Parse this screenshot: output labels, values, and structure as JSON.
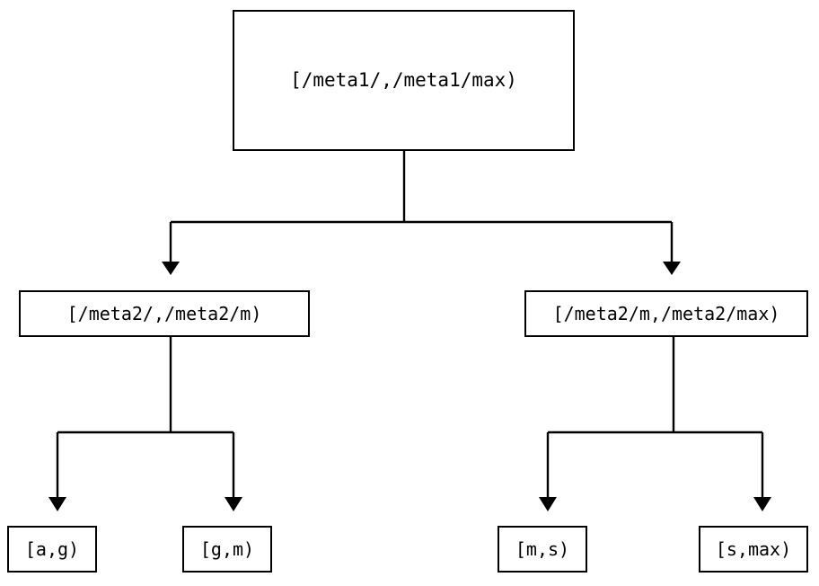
{
  "diagram": {
    "type": "tree",
    "title": "",
    "orientation": "top-down",
    "colors": {
      "background": "#ffffff",
      "node_border": "#000000",
      "node_fill": "#ffffff",
      "edge": "#000000",
      "text": "#000000"
    },
    "nodes": {
      "root": {
        "id": "root",
        "label": "[/meta1/,/meta1/max)",
        "level": 0
      },
      "mid_left": {
        "id": "mid_left",
        "label": "[/meta2/,/meta2/m)",
        "level": 1
      },
      "mid_right": {
        "id": "mid_right",
        "label": "[/meta2/m,/meta2/max)",
        "level": 1
      },
      "leaf_ag": {
        "id": "leaf_ag",
        "label": "[a,g)",
        "level": 2
      },
      "leaf_gm": {
        "id": "leaf_gm",
        "label": "[g,m)",
        "level": 2
      },
      "leaf_ms": {
        "id": "leaf_ms",
        "label": "[m,s)",
        "level": 2
      },
      "leaf_smax": {
        "id": "leaf_smax",
        "label": "[s,max)",
        "level": 2
      }
    },
    "edges": [
      {
        "from": "root",
        "to": "mid_left",
        "arrow": "true"
      },
      {
        "from": "root",
        "to": "mid_right",
        "arrow": "true"
      },
      {
        "from": "mid_left",
        "to": "leaf_ag",
        "arrow": "true"
      },
      {
        "from": "mid_left",
        "to": "leaf_gm",
        "arrow": "true"
      },
      {
        "from": "mid_right",
        "to": "leaf_ms",
        "arrow": "true"
      },
      {
        "from": "mid_right",
        "to": "leaf_smax",
        "arrow": "true"
      }
    ]
  }
}
